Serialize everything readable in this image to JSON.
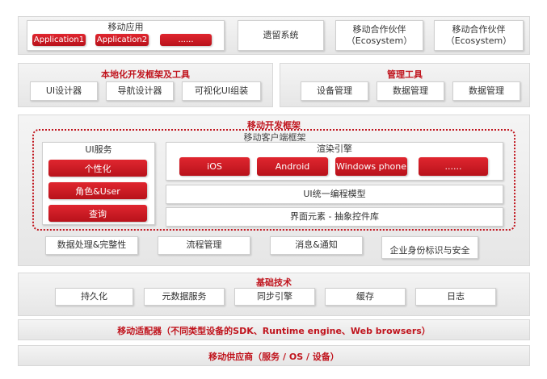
{
  "top_row": {
    "apps": {
      "title": "移动应用",
      "items": [
        "Application1",
        "Application2",
        "......"
      ]
    },
    "legacy": "遗留系统",
    "partner1": {
      "line1": "移动合作伙伴",
      "line2": "（Ecosystem）"
    },
    "partner2": {
      "line1": "移动合作伙伴",
      "line2": "（Ecosystem）"
    }
  },
  "local_framework": {
    "title": "本地化开发框架及工具",
    "items": [
      "UI设计器",
      "导航设计器",
      "可视化UI组装"
    ]
  },
  "mgmt_tools": {
    "title": "管理工具",
    "items": [
      "设备管理",
      "数据管理",
      "数据管理"
    ]
  },
  "mobile_framework": {
    "title": "移动开发框架",
    "client_title": "移动客户端框架",
    "ui_service": {
      "title": "UI服务",
      "items": [
        "个性化",
        "角色&User",
        "查询"
      ]
    },
    "render": {
      "title": "渲染引擎",
      "items": [
        "iOS",
        "Android",
        "Windows phone",
        "......"
      ]
    },
    "ui_model": "UI统一编程模型",
    "ui_elements": "界面元素 - 抽象控件库",
    "bottom_items": [
      "数据处理&完整性",
      "流程管理",
      "消息&通知",
      "企业身份标识与安全"
    ]
  },
  "base_tech": {
    "title": "基础技术",
    "items": [
      "持久化",
      "元数据服务",
      "同步引擎",
      "缓存",
      "日志"
    ]
  },
  "adapter": "移动适配器（不同类型设备的SDK、Runtime engine、Web browsers）",
  "provider": "移动供应商（服务 / OS / 设备）",
  "colors": {
    "accent_red": "#c0141d",
    "panel_gray": "#ececec"
  }
}
